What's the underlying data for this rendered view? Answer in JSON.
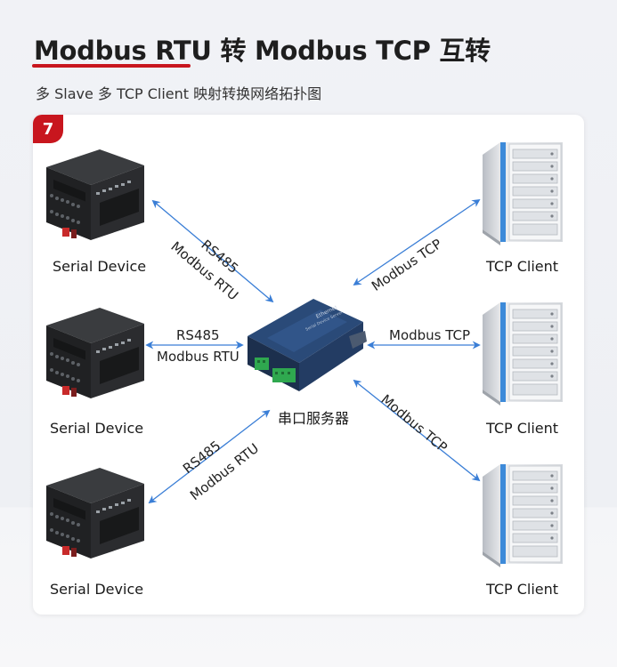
{
  "header": {
    "title": "Modbus RTU 转 Modbus TCP 互转",
    "subtitle": "多 Slave 多 TCP Client 映射转换网络拓扑图",
    "badge": "7"
  },
  "left_nodes": [
    {
      "label": "Serial Device"
    },
    {
      "label": "Serial Device"
    },
    {
      "label": "Serial Device"
    }
  ],
  "right_nodes": [
    {
      "label": "TCP Client"
    },
    {
      "label": "TCP Client"
    },
    {
      "label": "TCP Client"
    }
  ],
  "center": {
    "label": "串口服务器",
    "device_text_1": "Ethernet",
    "device_text_2": "Serial Device Server"
  },
  "left_links": [
    {
      "line1": "RS485",
      "line2": "Modbus RTU"
    },
    {
      "line1": "RS485",
      "line2": "Modbus RTU"
    },
    {
      "line1": "RS485",
      "line2": "Modbus RTU"
    }
  ],
  "right_links": [
    {
      "label": "Modbus TCP"
    },
    {
      "label": "Modbus TCP"
    },
    {
      "label": "Modbus TCP"
    }
  ],
  "colors": {
    "accent": "#c8161e",
    "arrow": "#3a7ed6",
    "device_body": "#252628",
    "server_stripe": "#3d8ad9"
  }
}
